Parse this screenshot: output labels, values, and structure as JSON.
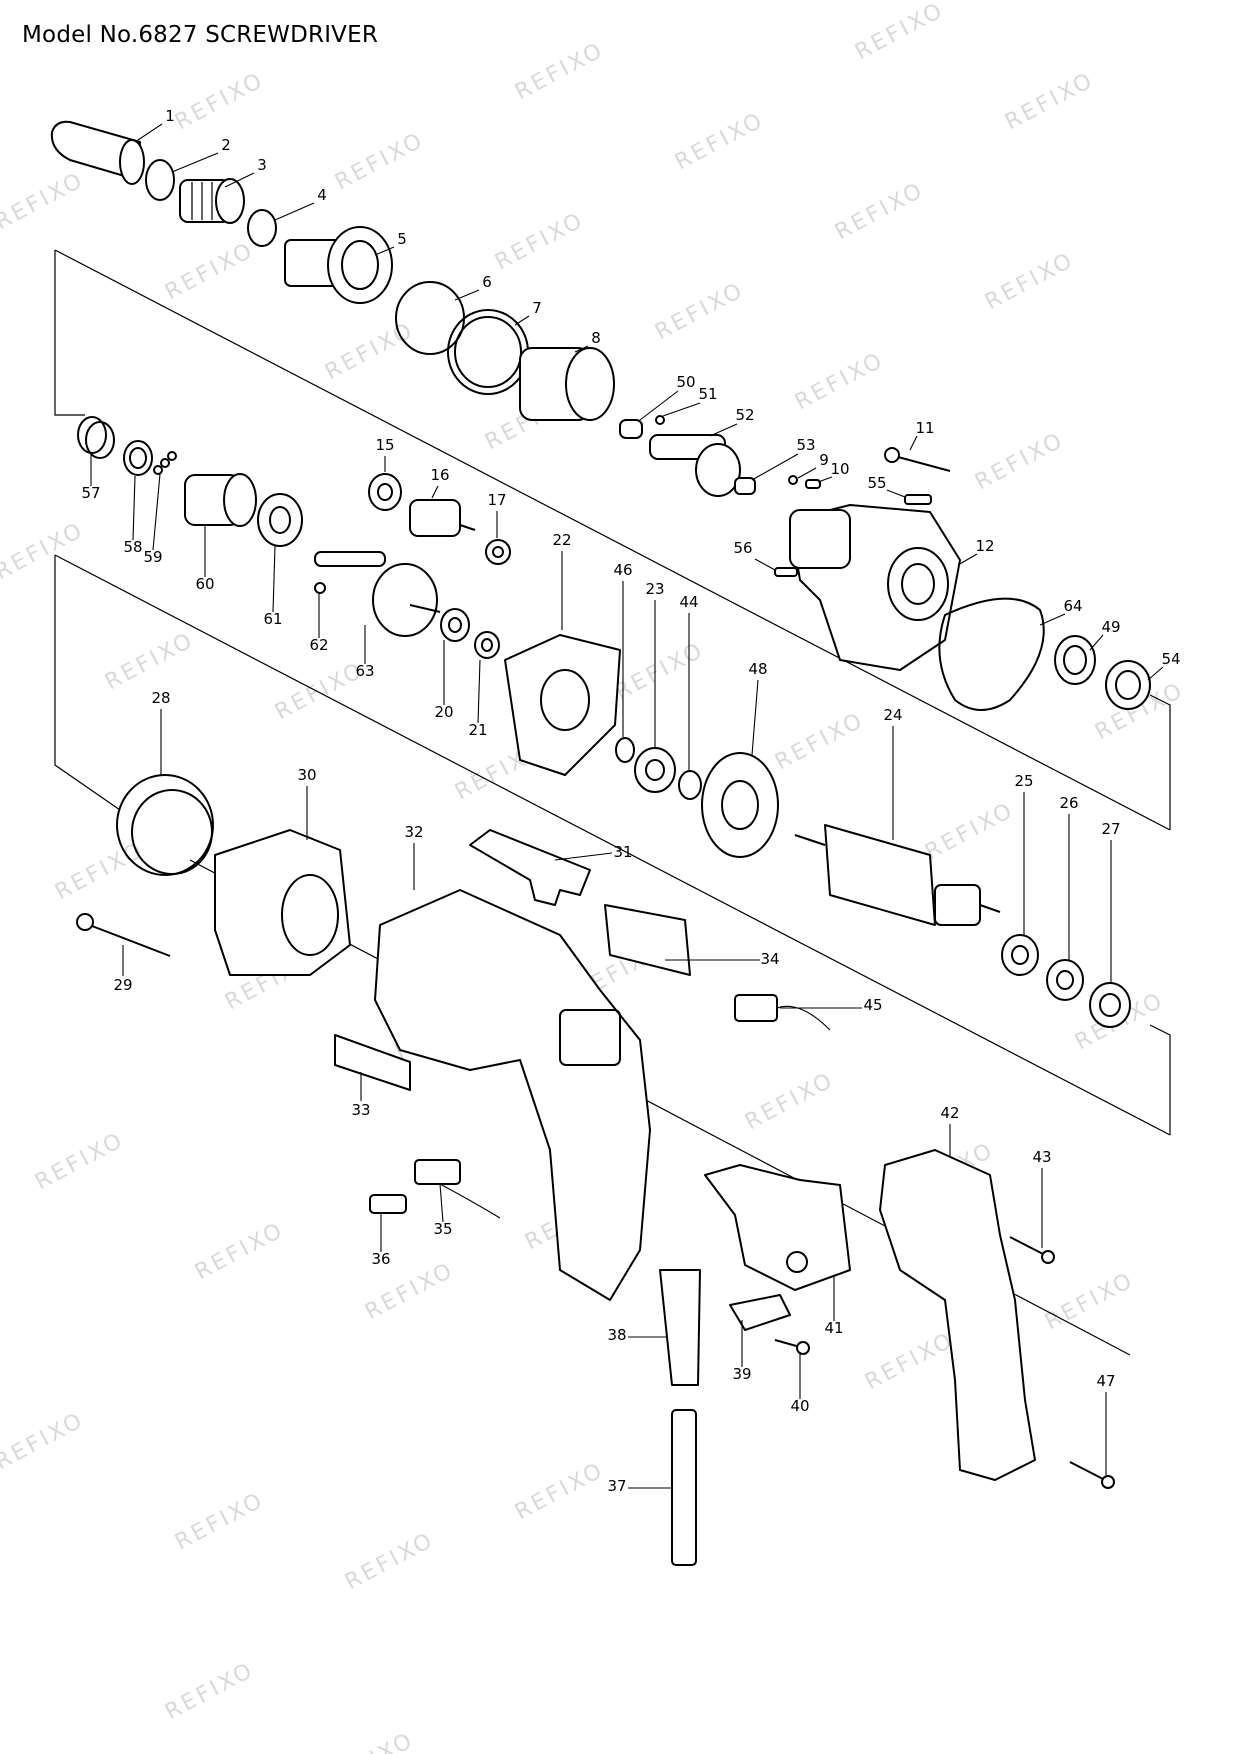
{
  "title": "Model No.6827 SCREWDRIVER",
  "watermark": "REFIXO",
  "part_numbers": [
    "1",
    "2",
    "3",
    "4",
    "5",
    "6",
    "7",
    "8",
    "9",
    "10",
    "11",
    "12",
    "15",
    "16",
    "17",
    "20",
    "21",
    "22",
    "23",
    "24",
    "25",
    "26",
    "27",
    "28",
    "29",
    "30",
    "31",
    "32",
    "33",
    "34",
    "35",
    "36",
    "37",
    "38",
    "39",
    "40",
    "41",
    "42",
    "43",
    "44",
    "45",
    "46",
    "47",
    "48",
    "49",
    "50",
    "51",
    "52",
    "53",
    "54",
    "55",
    "56",
    "57",
    "58",
    "59",
    "60",
    "61",
    "62",
    "63",
    "64"
  ]
}
